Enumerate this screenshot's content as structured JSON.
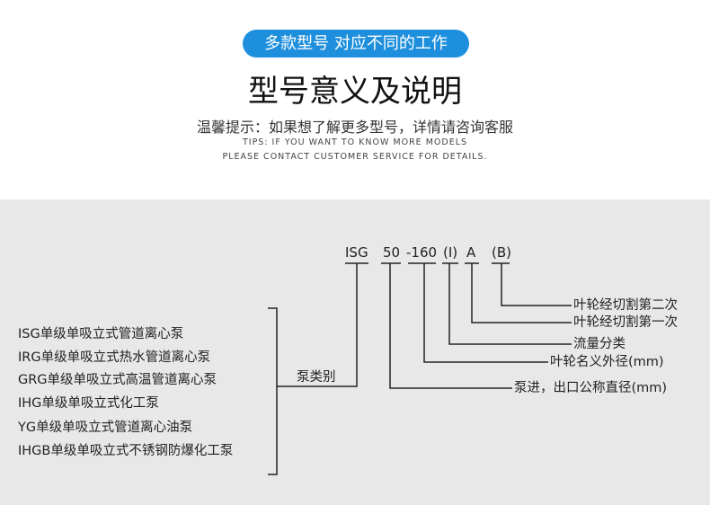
{
  "header": {
    "pill": "多款型号 对应不同的工作",
    "title": "型号意义及说明",
    "subtitle": "温馨提示：如果想了解更多型号，详情请咨询客服",
    "tips_line1": "TIPS: IF YOU WANT TO KNOW MORE MODELS",
    "tips_line2": "PLEASE CONTACT CUSTOMER SERVICE FOR DETAILS."
  },
  "diagram": {
    "codes": [
      "ISG",
      "50",
      "-160",
      "(I)",
      "A",
      "(B)"
    ],
    "meanings": [
      "叶轮经切割第二次",
      "叶轮经切割第一次",
      "流量分类",
      "叶轮名义外径(mm)",
      "泵进，出口公称直径(mm)"
    ],
    "category_label": "泵类别",
    "pump_types": [
      "ISG单级单吸立式管道离心泵",
      "IRG单级单吸立式热水管道离心泵",
      "GRG单级单吸立式高温管道离心泵",
      "IHG单级单吸立式化工泵",
      "YG单级单吸立式管道离心油泵",
      "IHGB单级单吸立式不锈钢防爆化工泵"
    ]
  }
}
